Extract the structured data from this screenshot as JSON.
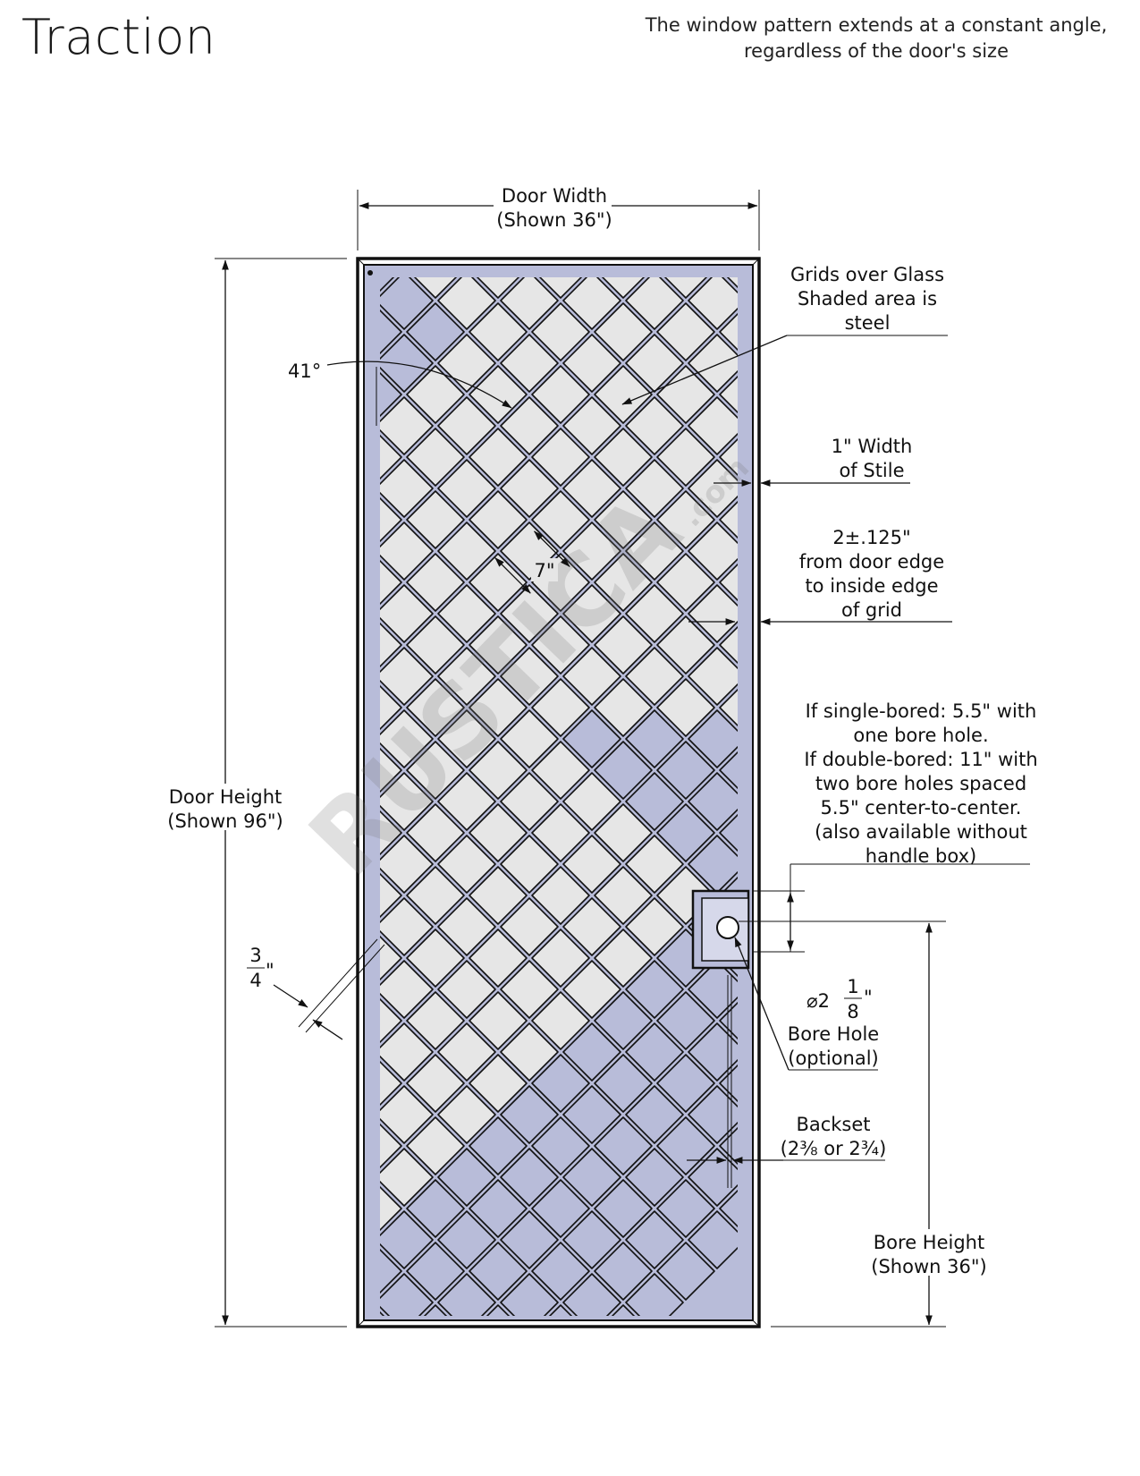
{
  "title": "Traction",
  "subtitle": {
    "line1": "The window pattern extends at a constant angle,",
    "line2": "regardless of the door's size"
  },
  "watermark": "RUSTICA",
  "watermark_suffix": ".com",
  "colors": {
    "steel": "#b8bcd9",
    "glass": "#e6e6e6",
    "frame": "#111111",
    "grid_bar": "#c9cbdd"
  },
  "labels": {
    "door_width": [
      "Door Width",
      "(Shown 36\")"
    ],
    "door_height": [
      "Door Height",
      "(Shown 96\")"
    ],
    "grids_over_glass": [
      "Grids over Glass",
      "Shaded area is",
      "steel"
    ],
    "angle": "41°",
    "stile_width": [
      "1\" Width",
      "of Stile"
    ],
    "grid_edge": [
      "2±.125\"",
      "from door edge",
      "to inside edge",
      "of grid"
    ],
    "grid_spacing": "7\"",
    "bore_options": [
      "If single-bored: 5.5\" with",
      "one bore hole.",
      "If double-bored: 11\" with",
      "two bore holes spaced",
      "5.5\" center-to-center.",
      "(also available without",
      "handle box)"
    ],
    "bar_width_num": "3",
    "bar_width_den": "4",
    "bar_width_unit": "\"",
    "bore_hole_diameter_whole": "⌀2",
    "bore_hole_diameter_num": "1",
    "bore_hole_diameter_den": "8",
    "bore_hole_unit": "\"",
    "bore_hole": [
      "Bore Hole",
      "(optional)"
    ],
    "backset": [
      "Backset",
      "(2⅜ or 2¾)"
    ],
    "bore_height": [
      "Bore Height",
      "(Shown 36\")"
    ]
  }
}
